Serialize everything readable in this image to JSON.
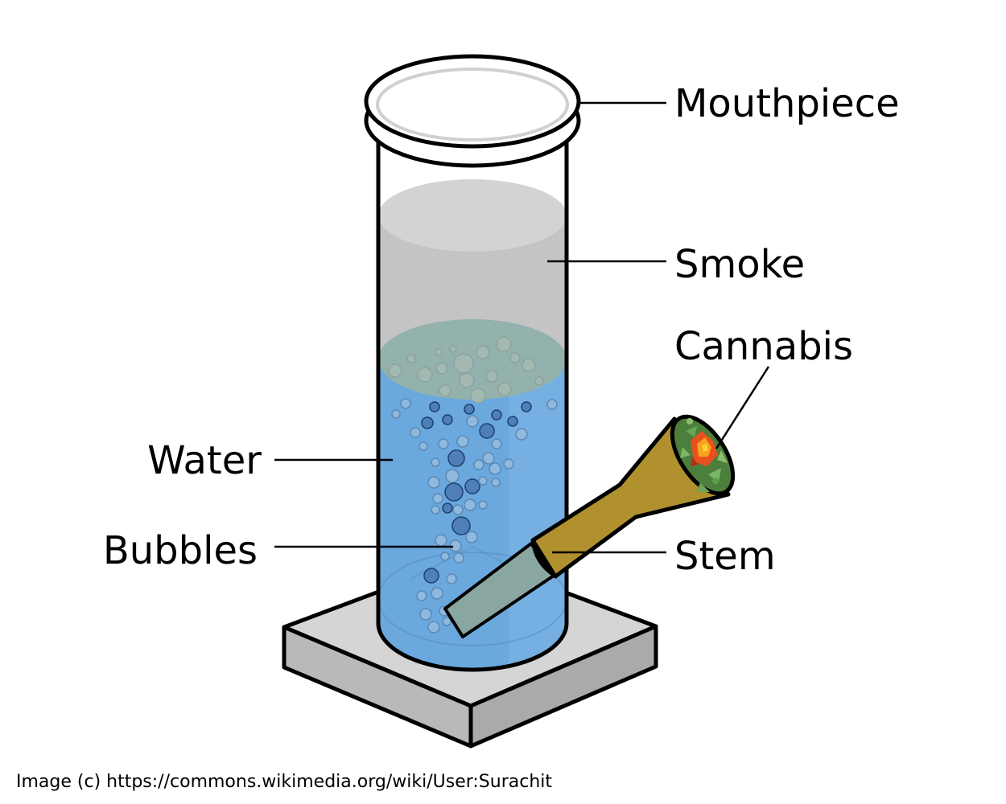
{
  "labels": {
    "mouthpiece": "Mouthpiece",
    "smoke": "Smoke",
    "cannabis": "Cannabis",
    "water": "Water",
    "bubbles": "Bubbles",
    "stem": "Stem"
  },
  "credit": "Image (c) https://commons.wikimedia.org/wiki/User:Surachit",
  "colors": {
    "water": "#6aa8de",
    "water_surface": "#93b1ad",
    "smoke": "#c4c4c4",
    "smoke_top": "#d3d3d3",
    "base_top": "#d5d5d5",
    "base_side": "#b2b2b2",
    "stem_bowl": "#b0912e",
    "stem_tube": "#8aa6a0",
    "bubble": "#4f7fb8",
    "cannabis_leaf": "#5f9a4a",
    "ember": "#f04a1a"
  }
}
